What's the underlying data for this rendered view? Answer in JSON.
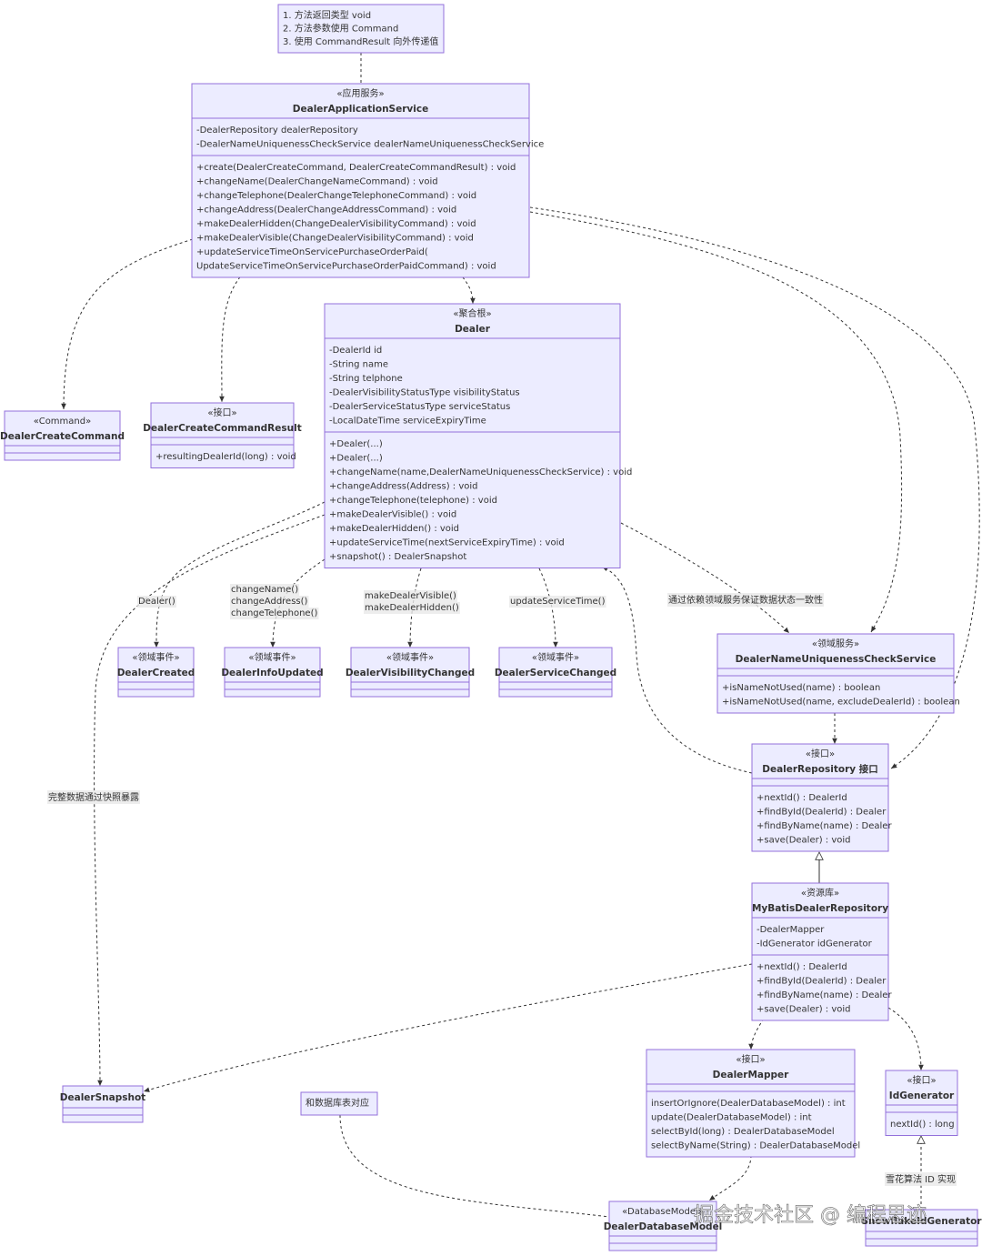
{
  "notes": [
    {
      "id": "note-top",
      "lines": [
        "1. 方法返回类型 void",
        "2. 方法参数使用 Command",
        "3. 使用 CommandResult 向外传递值"
      ]
    },
    {
      "id": "note-db",
      "lines": [
        "和数据库表对应"
      ]
    }
  ],
  "classes": [
    {
      "id": "app-service",
      "stereotype": "«应用服务»",
      "name": "DealerApplicationService",
      "attributes": [
        "-DealerRepository dealerRepository",
        "-DealerNameUniquenessCheckService dealerNameUniquenessCheckService"
      ],
      "methods": [
        "+create(DealerCreateCommand, DealerCreateCommandResult) : void",
        "+changeName(DealerChangeNameCommand) : void",
        "+changeTelephone(DealerChangeTelephoneCommand) : void",
        "+changeAddress(DealerChangeAddressCommand) : void",
        "+makeDealerHidden(ChangeDealerVisibilityCommand) : void",
        "+makeDealerVisible(ChangeDealerVisibilityCommand) : void",
        "+updateServiceTimeOnServicePurchaseOrderPaid(",
        "  UpdateServiceTimeOnServicePurchaseOrderPaidCommand) : void"
      ]
    },
    {
      "id": "dealer",
      "stereotype": "«聚合根»",
      "name": "Dealer",
      "attributes": [
        "-DealerId id",
        "-String name",
        "-String telphone",
        "-DealerVisibilityStatusType visibilityStatus",
        "-DealerServiceStatusType serviceStatus",
        "-LocalDateTime serviceExpiryTime"
      ],
      "methods": [
        "+Dealer(...)",
        "+Dealer(...)",
        "+changeName(name,DealerNameUniquenessCheckService) : void",
        "+changeAddress(Address) : void",
        "+changeTelephone(telephone) : void",
        "+makeDealerVisible() : void",
        "+makeDealerHidden() : void",
        "+updateServiceTime(nextServiceExpiryTime) : void",
        "+snapshot() : DealerSnapshot"
      ]
    },
    {
      "id": "create-command",
      "stereotype": "«Command»",
      "name": "DealerCreateCommand",
      "attributes": [],
      "methods": []
    },
    {
      "id": "create-result",
      "stereotype": "«接口»",
      "name": "DealerCreateCommandResult",
      "attributes": [],
      "methods": [
        "+resultingDealerId(long) : void"
      ]
    },
    {
      "id": "dealer-created",
      "stereotype": "«领域事件»",
      "name": "DealerCreated",
      "attributes": [],
      "methods": []
    },
    {
      "id": "dealer-info-updated",
      "stereotype": "«领域事件»",
      "name": "DealerInfoUpdated",
      "attributes": [],
      "methods": []
    },
    {
      "id": "dealer-visibility-changed",
      "stereotype": "«领域事件»",
      "name": "DealerVisibilityChanged",
      "attributes": [],
      "methods": []
    },
    {
      "id": "dealer-service-changed",
      "stereotype": "«领域事件»",
      "name": "DealerServiceChanged",
      "attributes": [],
      "methods": []
    },
    {
      "id": "name-check-service",
      "stereotype": "«领域服务»",
      "name": "DealerNameUniquenessCheckService",
      "attributes": [],
      "methods": [
        "+isNameNotUsed(name) : boolean",
        "+isNameNotUsed(name, excludeDealerId) : boolean"
      ]
    },
    {
      "id": "dealer-repository",
      "stereotype": "«接口»",
      "name": "DealerRepository 接口",
      "attributes": [],
      "methods": [
        "+nextId() : DealerId",
        "+findById(DealerId) : Dealer",
        "+findByName(name) : Dealer",
        "+save(Dealer) : void"
      ]
    },
    {
      "id": "mybatis-repository",
      "stereotype": "«资源库»",
      "name": "MyBatisDealerRepository",
      "attributes": [
        "-DealerMapper",
        "-IdGenerator idGenerator"
      ],
      "methods": [
        "+nextId() : DealerId",
        "+findById(DealerId) : Dealer",
        "+findByName(name) : Dealer",
        "+save(Dealer) : void"
      ]
    },
    {
      "id": "dealer-snapshot",
      "stereotype": "",
      "name": "DealerSnapshot",
      "attributes": [],
      "methods": []
    },
    {
      "id": "dealer-mapper",
      "stereotype": "«接口»",
      "name": "DealerMapper",
      "attributes": [],
      "methods": [
        "insertOrIgnore(DealerDatabaseModel) : int",
        "update(DealerDatabaseModel) : int",
        "selectById(long) : DealerDatabaseModel",
        "selectByName(String) : DealerDatabaseModel"
      ]
    },
    {
      "id": "id-generator",
      "stereotype": "«接口»",
      "name": "IdGenerator",
      "attributes": [],
      "methods": [
        "nextId() : long"
      ]
    },
    {
      "id": "dealer-db-model",
      "stereotype": "«DatabaseModel»",
      "name": "DealerDatabaseModel",
      "attributes": [],
      "methods": []
    },
    {
      "id": "snowflake-generator",
      "stereotype": "",
      "name": "SnowflakeIdGenerator",
      "attributes": [],
      "methods": []
    }
  ],
  "edge_labels": [
    {
      "id": "lbl-dealer-created",
      "text": "Dealer()"
    },
    {
      "id": "lbl-info-updated-1",
      "text": "changeName()"
    },
    {
      "id": "lbl-info-updated-2",
      "text": "changeAddress()"
    },
    {
      "id": "lbl-info-updated-3",
      "text": "changeTelephone()"
    },
    {
      "id": "lbl-visibility-1",
      "text": "makeDealerVisible()"
    },
    {
      "id": "lbl-visibility-2",
      "text": "makeDealerHidden()"
    },
    {
      "id": "lbl-service-time",
      "text": "updateServiceTime()"
    },
    {
      "id": "lbl-domain-service",
      "text": "通过依赖领域服务保证数据状态一致性"
    },
    {
      "id": "lbl-snapshot",
      "text": "完整数据通过快照暴露"
    },
    {
      "id": "lbl-snowflake",
      "text": "雪花算法 ID 实现"
    }
  ],
  "watermark": "掘金技术社区 @ 编程思迹",
  "colors": {
    "box_fill": "#ECECFF",
    "box_stroke": "#9370DB",
    "note_fill": "#ECECFF",
    "line": "#333333",
    "label_bg": "#E8E8E8",
    "text": "#333333"
  }
}
